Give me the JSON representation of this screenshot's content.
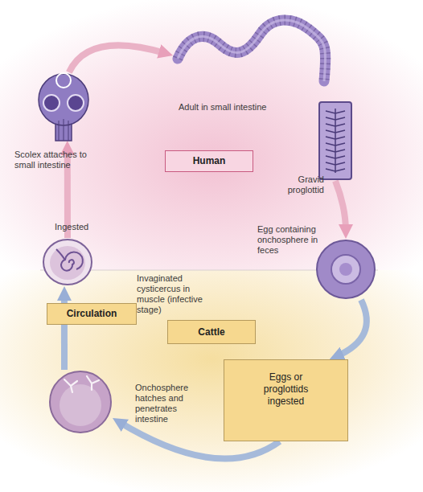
{
  "diagram": {
    "nodes": [
      {
        "text": [
          "Human"
        ]
      },
      {
        "text": [
          "Adult in small intestine"
        ]
      },
      {
        "text": [
          "Scolex attaches to small intestine"
        ]
      },
      {
        "text": [
          "Gravid proglottid"
        ]
      },
      {
        "text": [
          "Egg containing onchosphere in feces"
        ]
      },
      {
        "text": [
          "Invaginated cysticercus in muscle (infective stage)"
        ]
      },
      {
        "text": [
          "Circulation"
        ]
      },
      {
        "text": [
          "Cattle"
        ]
      },
      {
        "text": [
          "Eggs or proglottids ingested"
        ]
      },
      {
        "text": [
          "Onchosphere hatches and penetrates intestine"
        ]
      }
    ],
    "edges": [
      {
        "from": 2,
        "to": 1,
        "arrow": "to"
      },
      {
        "from": 3,
        "to": 4,
        "arrow": "to"
      },
      {
        "from": 4,
        "to": 8,
        "arrow": "to"
      },
      {
        "from": 8,
        "to": 9,
        "arrow": "to"
      },
      {
        "from": 9,
        "to": 6,
        "arrow": "none"
      },
      {
        "from": 6,
        "to": 5,
        "arrow": "to"
      },
      {
        "from": 5,
        "to": 2,
        "label": "Ingested",
        "arrow": "to"
      }
    ]
  }
}
